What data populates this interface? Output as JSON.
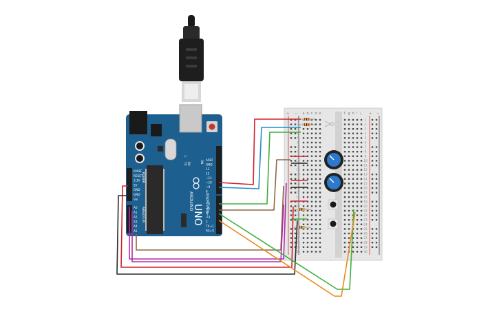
{
  "board": {
    "name": "UNO",
    "brand": "ARDUINO",
    "power_pins": [
      "IOREF",
      "RESET",
      "3.3V",
      "5V",
      "GND",
      "GND",
      "Vin"
    ],
    "analog_pins": [
      "A0",
      "A1",
      "A2",
      "A3",
      "A4",
      "A5"
    ],
    "analog_header": "ANALOG IN",
    "power_header": "POWER",
    "digital_header": "DIGITAL (PWM~)",
    "digital_top_pins": [
      "AREF",
      "GND",
      "13",
      "12",
      "~11",
      "~10",
      "~9",
      "8"
    ],
    "digital_bottom_pins": [
      "7",
      "~6",
      "~5",
      "4",
      "~3",
      "2",
      "TX→1",
      "RX←0"
    ],
    "tx_label": "TX",
    "rx_label": "RX",
    "on_label": "ON",
    "l_label": "L"
  },
  "breadboard": {
    "plus": "+",
    "minus": "−",
    "cols_left": [
      "a",
      "b",
      "c",
      "d",
      "e"
    ],
    "cols_right": [
      "f",
      "g",
      "h",
      "i",
      "j"
    ],
    "rows": [
      "1",
      "2",
      "3",
      "4",
      "5",
      "6",
      "7",
      "8",
      "9",
      "10",
      "11",
      "12",
      "13",
      "14",
      "15",
      "16",
      "17",
      "18",
      "19",
      "20",
      "21",
      "22",
      "23",
      "24",
      "25",
      "26",
      "27",
      "28",
      "29",
      "30"
    ]
  },
  "colors": {
    "board": "#1d5f8f",
    "header": "#222222",
    "red_wire": "#d0202a",
    "blue_wire": "#1f8fc8",
    "green_wire": "#3fae3f",
    "brown_wire": "#8a6a40",
    "magenta_wire": "#b02aa8",
    "orange_wire": "#e88a1a",
    "black_wire": "#2a2a2a",
    "pot_knob": "#2d78c8"
  },
  "icons": [
    "usb-cable-icon",
    "reset-button-icon",
    "potentiometer-icon",
    "pushbutton-icon",
    "resistor-icon"
  ]
}
